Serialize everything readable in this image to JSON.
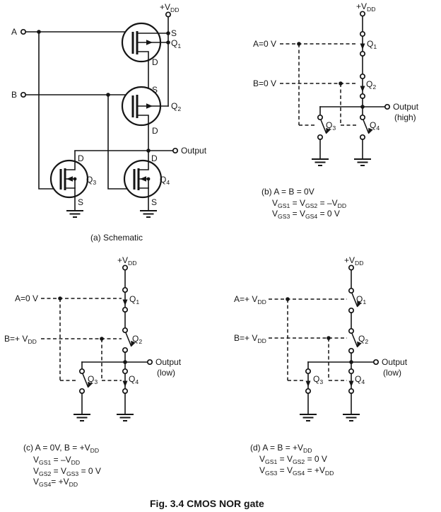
{
  "background": "#ffffff",
  "ink": "#151515",
  "figure_caption": "Fig. 3.4 CMOS NOR gate",
  "panel_a": {
    "caption": "(a) Schematic",
    "vdd": [
      {
        "t": "+V"
      },
      {
        "t": "DD",
        "sub": true
      }
    ],
    "input_a": "A",
    "input_b": "B",
    "output": "Output",
    "q1_name": [
      {
        "t": "Q"
      },
      {
        "t": "1",
        "sub": true
      }
    ],
    "q1_s": "S",
    "q1_d": "D",
    "q2_name": [
      {
        "t": "Q"
      },
      {
        "t": "2",
        "sub": true
      }
    ],
    "q2_s": "S",
    "q2_d": "D",
    "q3_name": [
      {
        "t": "Q"
      },
      {
        "t": "3",
        "sub": true
      }
    ],
    "q3_s": "S",
    "q3_d": "D",
    "q4_name": [
      {
        "t": "Q"
      },
      {
        "t": "4",
        "sub": true
      }
    ],
    "q4_s": "S",
    "q4_d": "D"
  },
  "panel_b": {
    "vdd": [
      {
        "t": "+V"
      },
      {
        "t": "DD",
        "sub": true
      }
    ],
    "input_a": "A=0 V",
    "input_b": "B=0 V",
    "output": "Output",
    "output_state": "(high)",
    "q1": [
      {
        "t": "Q"
      },
      {
        "t": "1",
        "sub": true
      }
    ],
    "q2": [
      {
        "t": "Q"
      },
      {
        "t": "2",
        "sub": true
      }
    ],
    "q3": [
      {
        "t": "Q"
      },
      {
        "t": "3",
        "sub": true
      }
    ],
    "q4": [
      {
        "t": "Q"
      },
      {
        "t": "4",
        "sub": true
      }
    ],
    "caption": [
      [
        {
          "t": "(b) A = B = 0V"
        }
      ],
      [
        {
          "t": "V"
        },
        {
          "t": "GS1",
          "sub": true
        },
        {
          "t": " = V"
        },
        {
          "t": "GS2",
          "sub": true
        },
        {
          "t": " = –V"
        },
        {
          "t": "DD",
          "sub": true
        }
      ],
      [
        {
          "t": "V"
        },
        {
          "t": "GS3",
          "sub": true
        },
        {
          "t": " = V"
        },
        {
          "t": "GS4",
          "sub": true
        },
        {
          "t": " = 0 V"
        }
      ]
    ]
  },
  "panel_c": {
    "vdd": [
      {
        "t": "+V"
      },
      {
        "t": "DD",
        "sub": true
      }
    ],
    "input_a": "A=0 V",
    "input_b": [
      {
        "t": "B=+ V"
      },
      {
        "t": "DD",
        "sub": true
      }
    ],
    "output": "Output",
    "output_state": "(low)",
    "q1": [
      {
        "t": "Q"
      },
      {
        "t": "1",
        "sub": true
      }
    ],
    "q2": [
      {
        "t": "Q"
      },
      {
        "t": "2",
        "sub": true
      }
    ],
    "q3": [
      {
        "t": "Q"
      },
      {
        "t": "3",
        "sub": true
      }
    ],
    "q4": [
      {
        "t": "Q"
      },
      {
        "t": "4",
        "sub": true
      }
    ],
    "caption": [
      [
        {
          "t": "(c) A = 0V, B = +V"
        },
        {
          "t": "DD",
          "sub": true
        }
      ],
      [
        {
          "t": "V"
        },
        {
          "t": "GS1",
          "sub": true
        },
        {
          "t": " = –V"
        },
        {
          "t": "DD",
          "sub": true
        }
      ],
      [
        {
          "t": "V"
        },
        {
          "t": "GS2",
          "sub": true
        },
        {
          "t": " = V"
        },
        {
          "t": "GS3",
          "sub": true
        },
        {
          "t": " = 0 V"
        }
      ],
      [
        {
          "t": "V"
        },
        {
          "t": "GS4",
          "sub": true
        },
        {
          "t": "= +V"
        },
        {
          "t": "DD",
          "sub": true
        }
      ]
    ]
  },
  "panel_d": {
    "vdd": [
      {
        "t": "+V"
      },
      {
        "t": "DD",
        "sub": true
      }
    ],
    "input_a": [
      {
        "t": "A=+ V"
      },
      {
        "t": "DD",
        "sub": true
      }
    ],
    "input_b": [
      {
        "t": "B=+ V"
      },
      {
        "t": "DD",
        "sub": true
      }
    ],
    "output": "Output",
    "output_state": "(low)",
    "q1": [
      {
        "t": "Q"
      },
      {
        "t": "1",
        "sub": true
      }
    ],
    "q2": [
      {
        "t": "Q"
      },
      {
        "t": "2",
        "sub": true
      }
    ],
    "q3": [
      {
        "t": "Q"
      },
      {
        "t": "3",
        "sub": true
      }
    ],
    "q4": [
      {
        "t": "Q"
      },
      {
        "t": "4",
        "sub": true
      }
    ],
    "caption": [
      [
        {
          "t": "(d) A = B = +V"
        },
        {
          "t": "DD",
          "sub": true
        }
      ],
      [
        {
          "t": "V"
        },
        {
          "t": "GS1",
          "sub": true
        },
        {
          "t": " = V"
        },
        {
          "t": "GS2",
          "sub": true
        },
        {
          "t": " = 0 V"
        }
      ],
      [
        {
          "t": "V"
        },
        {
          "t": "GS3",
          "sub": true
        },
        {
          "t": " = V"
        },
        {
          "t": "GS4",
          "sub": true
        },
        {
          "t": " = +V"
        },
        {
          "t": "DD",
          "sub": true
        }
      ]
    ]
  }
}
